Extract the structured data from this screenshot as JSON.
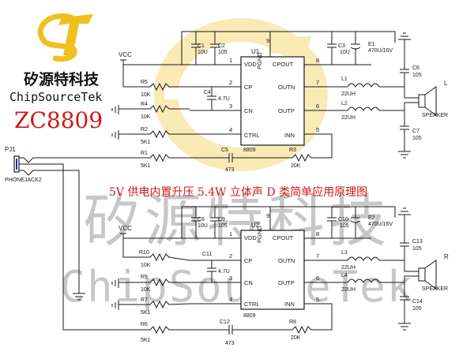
{
  "brand": {
    "logo_glyph": "ST",
    "company_cn": "矽源特科技",
    "company_en": "ChipSourceTek",
    "part_number": "ZC8809",
    "logo_color": "#f0c020",
    "part_color": "#d01818"
  },
  "title": "5V 供电内置升压 5.4W 立体声 D 类简单应用原理图",
  "watermark": {
    "cn": "矽源特科技",
    "en": "ChipSourceTek"
  },
  "input": {
    "ref": "PJ1",
    "type": "PHONEJACK2"
  },
  "rail": "VCC",
  "channels": [
    {
      "chip_ref": "U1",
      "chip_part": "8809",
      "pins": {
        "vdd": "VDD",
        "cp": "CP",
        "cn": "CN",
        "ctrl": "CTRL",
        "pgnd": "PGND",
        "cpout": "CPOUT",
        "outn": "OUTN",
        "outp": "OUTP",
        "inn": "INN"
      },
      "pin_numbers": {
        "p1": "1",
        "p2": "2",
        "p3": "3",
        "p4": "4",
        "p5": "5",
        "p6": "6",
        "p7": "7",
        "p8": "8",
        "p9": "9"
      },
      "c_a": {
        "ref": "C1",
        "value": "10U"
      },
      "c_b": {
        "ref": "C2",
        "value": "105"
      },
      "c_c": {
        "ref": "C3",
        "value": "10U"
      },
      "c_e": {
        "ref": "E1",
        "value": "470U/16V"
      },
      "c_fly": {
        "ref": "C4",
        "value": "4.7U"
      },
      "r_a": {
        "ref": "R5",
        "value": "10K"
      },
      "r_b": {
        "ref": "R4",
        "value": "10K"
      },
      "r_c": {
        "ref": "R2",
        "value": "5K1"
      },
      "r_d": {
        "ref": "R1",
        "value": "5K1"
      },
      "c_in": {
        "ref": "C5",
        "value": "473"
      },
      "r_fb": {
        "ref": "R3",
        "value": "20K"
      },
      "l_a": {
        "ref": "L1",
        "value": "22UH"
      },
      "l_b": {
        "ref": "L2",
        "value": "22UH"
      },
      "c_out_a": {
        "ref": "C6",
        "value": "105"
      },
      "c_out_b": {
        "ref": "C7",
        "value": "105"
      },
      "speaker_label": "SPEAKER",
      "side": "L"
    },
    {
      "chip_ref": "U2",
      "chip_part": "8809",
      "pins": {
        "vdd": "VDD",
        "cp": "CP",
        "cn": "CN",
        "ctrl": "CTRL",
        "pgnd": "PGND",
        "cpout": "CPOUT",
        "outn": "OUTN",
        "outp": "OUTP",
        "inn": "INN"
      },
      "pin_numbers": {
        "p1": "1",
        "p2": "2",
        "p3": "3",
        "p4": "4",
        "p5": "5",
        "p6": "6",
        "p7": "7",
        "p8": "8",
        "p9": "9"
      },
      "c_a": {
        "ref": "C8",
        "value": "10U"
      },
      "c_b": {
        "ref": "C9",
        "value": "105"
      },
      "c_c": {
        "ref": "C10",
        "value": "105"
      },
      "c_e": {
        "ref": "E2",
        "value": "470U/16V"
      },
      "c_fly": {
        "ref": "C11",
        "value": "4.7U"
      },
      "r_a": {
        "ref": "R10",
        "value": "10K"
      },
      "r_b": {
        "ref": "R9",
        "value": "10K"
      },
      "r_c": {
        "ref": "R7",
        "value": "5K1"
      },
      "r_d": {
        "ref": "R6",
        "value": "5K1"
      },
      "c_in": {
        "ref": "C12",
        "value": "473"
      },
      "r_fb": {
        "ref": "R8",
        "value": "20K"
      },
      "l_a": {
        "ref": "L3",
        "value": "22UH"
      },
      "l_b": {
        "ref": "L4",
        "value": "22UH"
      },
      "c_out_a": {
        "ref": "C13",
        "value": "105"
      },
      "c_out_b": {
        "ref": "C14",
        "value": "105"
      },
      "speaker_label": "SPEAKER",
      "side": "R"
    }
  ]
}
